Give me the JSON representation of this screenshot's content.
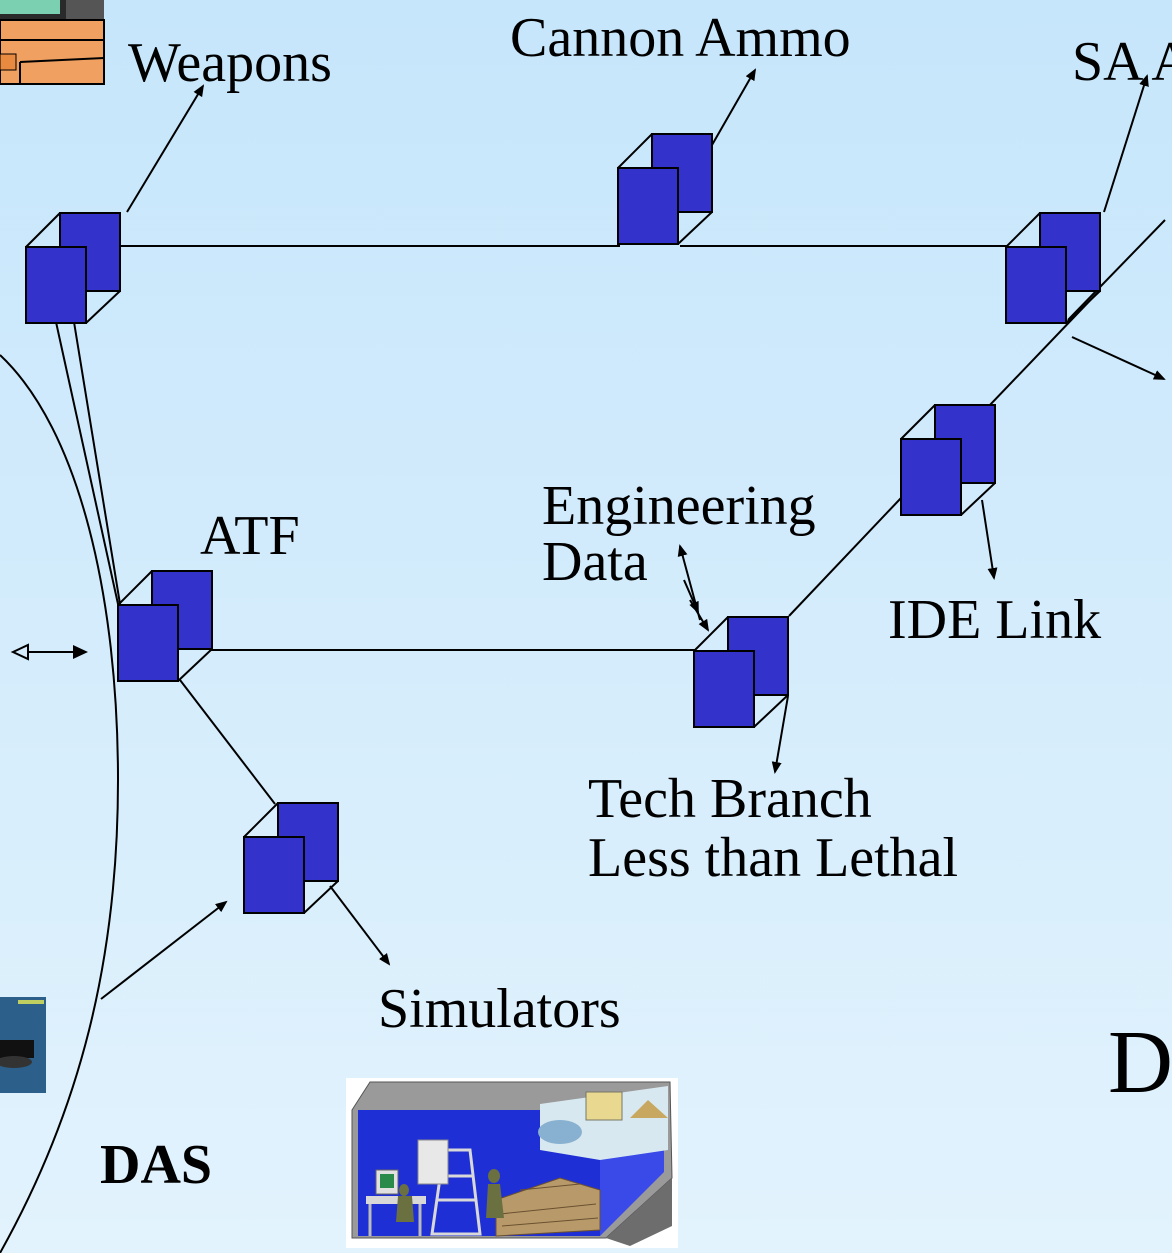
{
  "nodes": {
    "weapons_label": "Weapons",
    "cannon_label": "Cannon Ammo",
    "sa_label": "SA A",
    "atf_label": "ATF",
    "engineering_line1": "Engineering",
    "engineering_line2": "Data",
    "ide_label": "IDE Link",
    "tech_line1": "Tech Branch",
    "tech_line2": "Less than Lethal",
    "simulators_label": "Simulators",
    "das_label": "DAS",
    "partial_right": "D"
  },
  "colors": {
    "doc_fill": "#3333cc",
    "background_top": "#c6e6fb",
    "background_bottom": "#e2f3fd"
  }
}
